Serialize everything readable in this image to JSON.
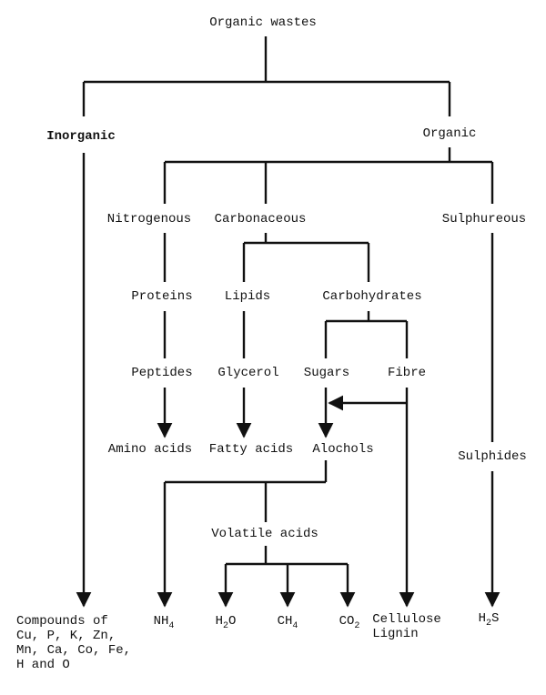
{
  "root": {
    "label": "Organic wastes"
  },
  "level1": {
    "inorganic": "Inorganic",
    "organic": "Organic"
  },
  "level2": {
    "nitrogenous": "Nitrogenous",
    "carbonaceous": "Carbonaceous",
    "sulphureous": "Sulphureous"
  },
  "level3": {
    "proteins": "Proteins",
    "lipids": "Lipids",
    "carbohydrates": "Carbohydrates"
  },
  "level4": {
    "peptides": "Peptides",
    "glycerol": "Glycerol",
    "sugars": "Sugars",
    "fibre": "Fibre"
  },
  "level5": {
    "amino_acids": "Amino acids",
    "fatty_acids": "Fatty acids",
    "alochols": "Alochols",
    "sulphides": "Sulphides"
  },
  "level6": {
    "volatile_acids": "Volatile acids"
  },
  "products": {
    "compounds_lines": [
      "Compounds of",
      "Cu, P, K, Zn,",
      "Mn, Ca, Co, Fe,",
      "H and O"
    ],
    "nh4": {
      "base": "NH",
      "sub": "4"
    },
    "h2o": {
      "base": "H",
      "sub": "2",
      "tail": "O"
    },
    "ch4": {
      "base": "CH",
      "sub": "4"
    },
    "co2": {
      "base": "CO",
      "sub": "2"
    },
    "cellulose": "Cellulose",
    "lignin": "Lignin",
    "h2s": {
      "base": "H",
      "sub": "2",
      "tail": "S"
    }
  },
  "colors": {
    "ink": "#111111",
    "background": "#ffffff"
  }
}
